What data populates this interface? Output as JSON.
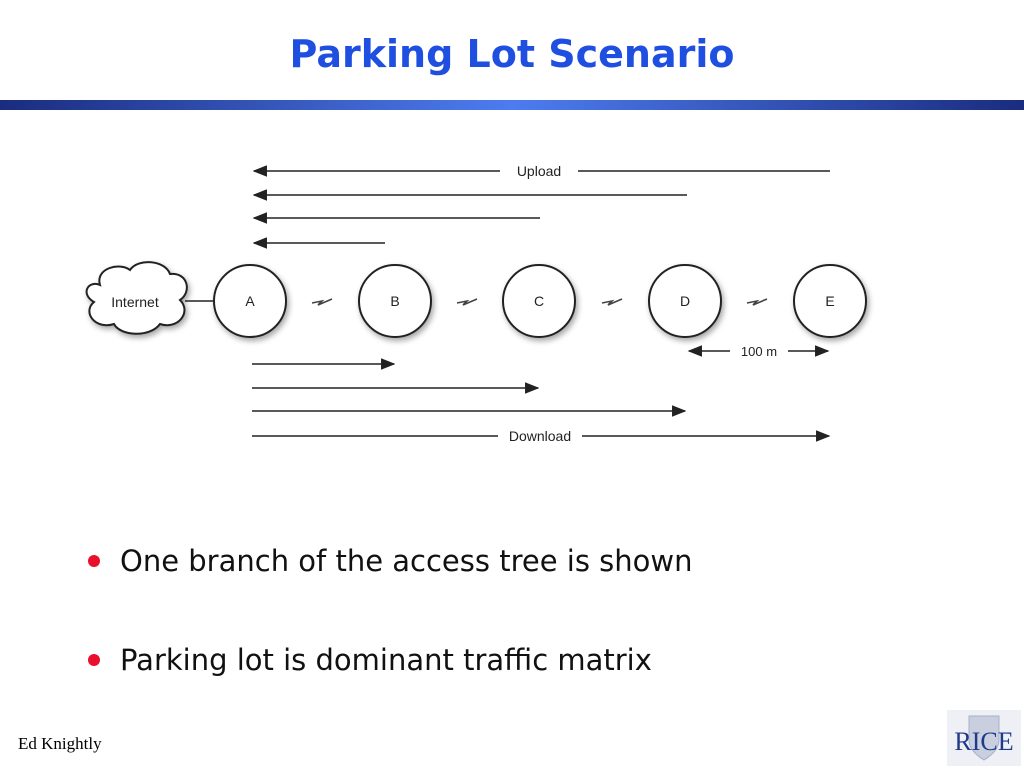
{
  "slide": {
    "title": "Parking Lot Scenario",
    "bullets": [
      "One branch of the access tree is shown",
      "Parking lot is dominant traffic matrix"
    ],
    "footer_author": "Ed Knightly",
    "logo_text": "RICE",
    "title_color": "#1f4fe0",
    "bullet_color": "#e8102a"
  },
  "diagram": {
    "internet_label": "Internet",
    "nodes": [
      "A",
      "B",
      "C",
      "D",
      "E"
    ],
    "upload_label": "Upload",
    "download_label": "Download",
    "distance_label": "100 m"
  }
}
